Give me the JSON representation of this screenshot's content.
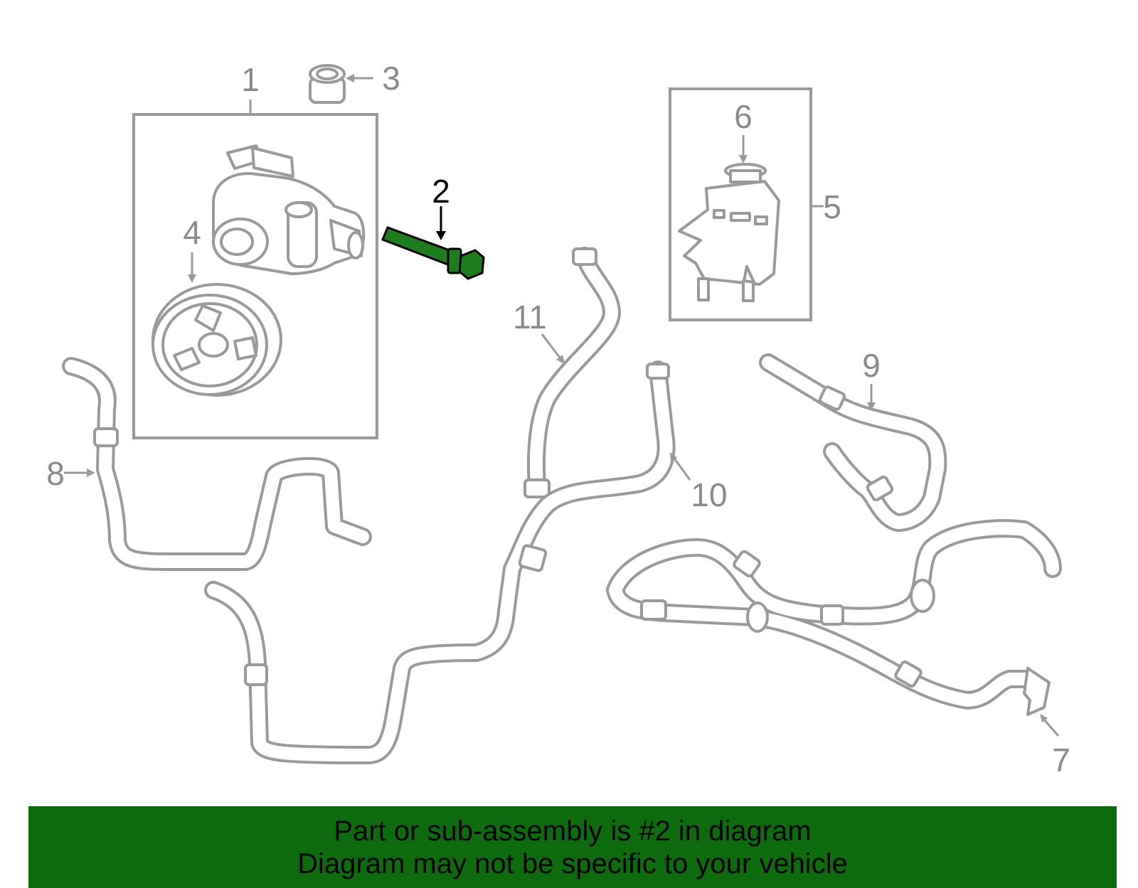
{
  "callouts": [
    {
      "id": "1",
      "label": "1"
    },
    {
      "id": "2",
      "label": "2"
    },
    {
      "id": "3",
      "label": "3"
    },
    {
      "id": "4",
      "label": "4"
    },
    {
      "id": "5",
      "label": "5"
    },
    {
      "id": "6",
      "label": "6"
    },
    {
      "id": "7",
      "label": "7"
    },
    {
      "id": "8",
      "label": "8"
    },
    {
      "id": "9",
      "label": "9"
    },
    {
      "id": "10",
      "label": "10"
    },
    {
      "id": "11",
      "label": "11"
    }
  ],
  "highlighted_part": "2",
  "colors": {
    "highlight": "#1e7d1e",
    "banner": "#0d6b0d",
    "line": "#9a9a9a"
  },
  "banner": {
    "line1": "Part or sub-assembly is #2 in diagram",
    "line2": "Diagram may not be specific to your vehicle"
  }
}
